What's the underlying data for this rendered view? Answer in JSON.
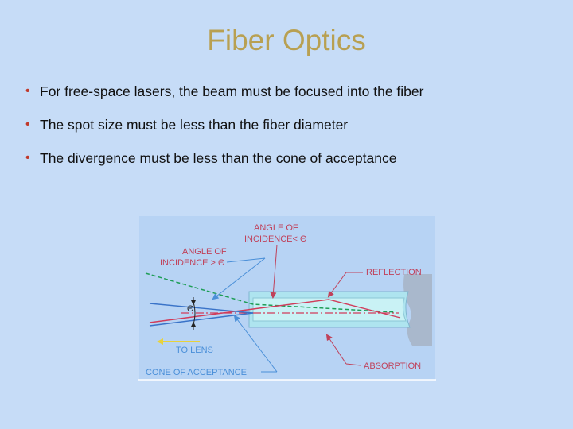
{
  "slide": {
    "title": "Fiber Optics",
    "bullets": [
      "For free-space lasers, the beam must be focused into the fiber",
      "The spot size must be less than the fiber diameter",
      "The divergence must be less than the cone of acceptance"
    ]
  },
  "figure": {
    "labels": {
      "angle_less_line1": "ANGLE OF",
      "angle_less_line2": "INCIDENCE< Θ",
      "angle_greater_line1": "ANGLE OF",
      "angle_greater_line2": "INCIDENCE > Θ",
      "reflection": "REFLECTION",
      "theta": "Θ",
      "to_lens": "TO LENS",
      "absorption": "ABSORPTION",
      "cone": "CONE OF ACCEPTANCE"
    },
    "colors": {
      "background": "#c6dcf7",
      "title": "#b8a052",
      "bullet": "#c0392b",
      "label_red": "#c0415a",
      "label_blue": "#4a8fd8",
      "green_ray": "#1f9e57",
      "red_ray": "#d13b5a",
      "blue_ray": "#3a73c8",
      "fiber_cladding": "#aee4ef",
      "fiber_core": "#c9f2f5",
      "fiber_end": "#a9b8cc",
      "yellow_arrow": "#e8d23c"
    }
  }
}
